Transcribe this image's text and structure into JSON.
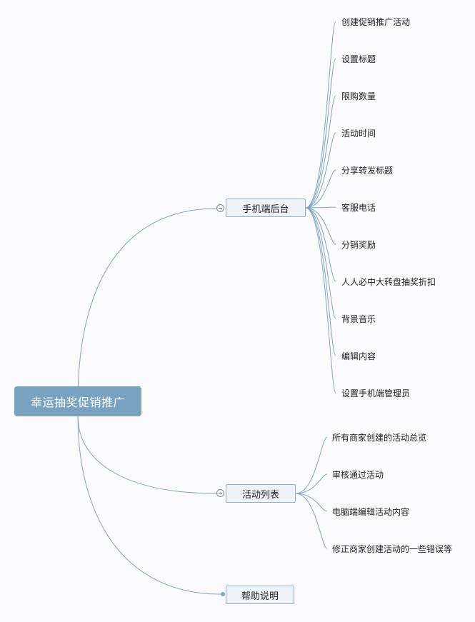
{
  "root": {
    "label": "幸运抽奖促销推广"
  },
  "branches": [
    {
      "label": "手机端后台",
      "collapsed": false,
      "children": [
        "创建促销推广活动",
        "设置标题",
        "限购数量",
        "活动时间",
        "分享转发标题",
        "客服电话",
        "分销奖励",
        "人人必中大转盘抽奖折扣",
        "背景音乐",
        "编辑内容",
        "设置手机端管理员"
      ]
    },
    {
      "label": "活动列表",
      "collapsed": false,
      "children": [
        "所有商家创建的活动总览",
        "审核通过活动",
        "电脑端编辑活动内容",
        "修正商家创建活动的一些错误等"
      ]
    },
    {
      "label": "帮助说明",
      "collapsed": true,
      "children": []
    }
  ],
  "colors": {
    "root_fill": "#79a2c1",
    "branch_fill": "#eef3f8",
    "branch_border": "#8eaecb",
    "link": "#7fa4c1"
  }
}
